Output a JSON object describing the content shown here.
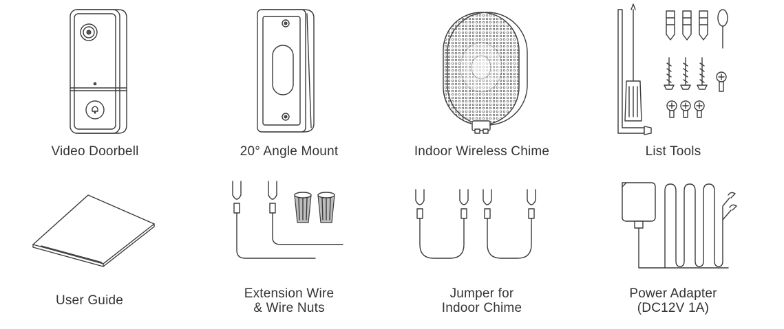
{
  "items": [
    {
      "name": "video-doorbell",
      "icon": "video-doorbell-icon",
      "lines": [
        "Video Doorbell"
      ]
    },
    {
      "name": "angle-mount",
      "icon": "angle-mount-icon",
      "lines": [
        "20° Angle Mount"
      ]
    },
    {
      "name": "indoor-chime",
      "icon": "chime-icon",
      "lines": [
        "Indoor Wireless Chime"
      ]
    },
    {
      "name": "list-tools",
      "icon": "tools-icon",
      "lines": [
        "List Tools"
      ]
    },
    {
      "name": "user-guide",
      "icon": "user-guide-icon",
      "lines": [
        "User Guide"
      ]
    },
    {
      "name": "extension-wire",
      "icon": "extension-wire-icon",
      "lines": [
        "Extension Wire",
        "& Wire Nuts"
      ]
    },
    {
      "name": "jumper",
      "icon": "jumper-icon",
      "lines": [
        "Jumper for",
        "Indoor Chime"
      ]
    },
    {
      "name": "power-adapter",
      "icon": "power-adapter-icon",
      "lines": [
        "Power Adapter",
        "(DC12V 1A)"
      ]
    }
  ],
  "colors": {
    "text": "#333333",
    "line": "#3a3a3a",
    "fill_gray": "#bdbdbd",
    "background": "#ffffff"
  }
}
